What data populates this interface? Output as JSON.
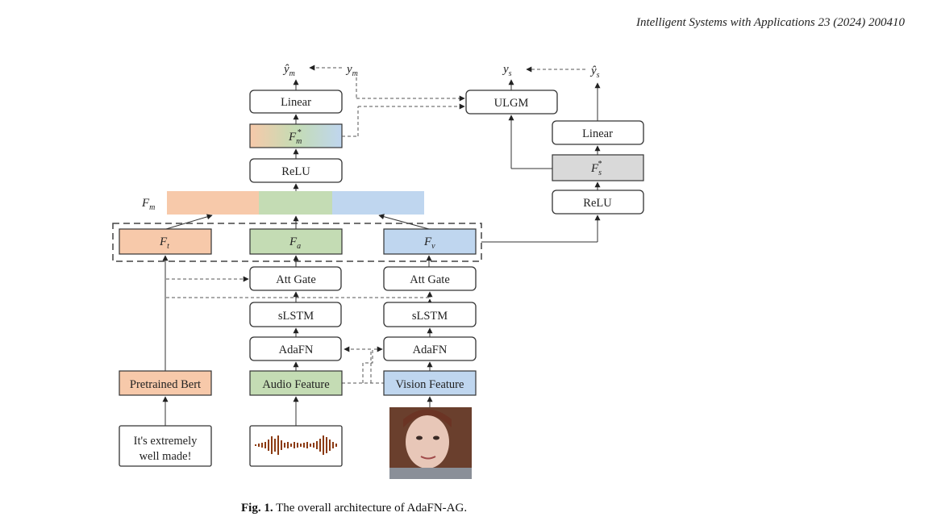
{
  "header": {
    "journal": "Intelligent Systems with Applications 23 (2024) 200410"
  },
  "caption": {
    "label": "Fig. 1.",
    "text": "The overall architecture of AdaFN-AG."
  },
  "diagram": {
    "outputs": {
      "y_hat_m": "ŷ",
      "y_m": "y",
      "sub_m": "m",
      "y_s": "y",
      "y_hat_s": "ŷ",
      "sub_s": "s"
    },
    "linear_m": "Linear",
    "fm_star": "F",
    "fm_star_sub": "m",
    "relu_m": "ReLU",
    "fm": "F",
    "fm_sub": "m",
    "ft": "F",
    "ft_sub": "t",
    "fa": "F",
    "fa_sub": "a",
    "fv": "F",
    "fv_sub": "v",
    "att_gate_a": "Att Gate",
    "att_gate_v": "Att Gate",
    "slstm_a": "sLSTM",
    "slstm_v": "sLSTM",
    "adafn_a": "AdaFN",
    "adafn_v": "AdaFN",
    "pretrained_bert": "Pretrained Bert",
    "audio_feature": "Audio Feature",
    "vision_feature": "Vision Feature",
    "text_input_line1": "It's extremely",
    "text_input_line2": "well made!",
    "ulgm": "ULGM",
    "linear_s": "Linear",
    "fs_star": "F",
    "fs_star_sub": "s",
    "relu_s": "ReLU",
    "star": "*",
    "colors": {
      "text": "#f7c9aa",
      "audio": "#c4dcb4",
      "vision": "#bfd6ef",
      "single": "#d9d9d9"
    }
  }
}
